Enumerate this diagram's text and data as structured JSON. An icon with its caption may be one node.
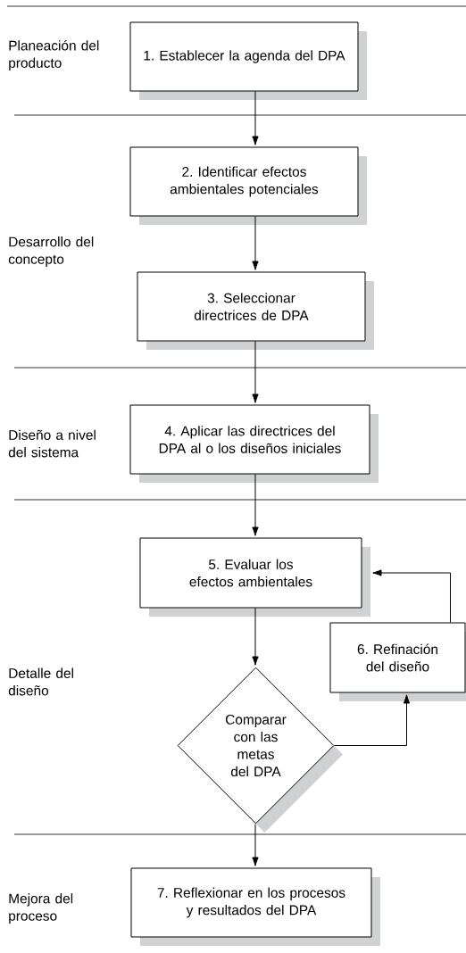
{
  "diagram": {
    "nodes": [
      {
        "text": [
          "1. Establecer la agenda del DPA"
        ]
      },
      {
        "text": [
          "2. Identificar efectos ambientales potenciales"
        ]
      },
      {
        "text": [
          "3. Seleccionar directrices de DPA"
        ]
      },
      {
        "text": [
          "4. Aplicar las directrices del DPA al o los diseños iniciales"
        ]
      },
      {
        "text": [
          "5. Evaluar los efectos ambientales"
        ]
      },
      {
        "text": [
          "6. Refinación del diseño"
        ]
      },
      {
        "text": [
          "Comparar con las metas del DPA"
        ]
      },
      {
        "text": [
          "7. Reflexionar en los procesos y resultados del DPA"
        ]
      }
    ],
    "edges": [
      {
        "from": 0,
        "to": 1,
        "arrow": "to"
      },
      {
        "from": 1,
        "to": 2,
        "arrow": "to"
      },
      {
        "from": 2,
        "to": 3,
        "arrow": "to"
      },
      {
        "from": 3,
        "to": 4,
        "arrow": "to"
      },
      {
        "from": 4,
        "to": 6,
        "arrow": "to"
      },
      {
        "from": 6,
        "to": 5,
        "arrow": "to"
      },
      {
        "from": 5,
        "to": 4,
        "arrow": "to"
      },
      {
        "from": 6,
        "to": 7,
        "arrow": "to"
      }
    ],
    "labels": [
      "Planeación del producto",
      "Desarrollo del concepto",
      "Diseño a nivel del sistema",
      "Detalle del diseño",
      "Mejora del proceso"
    ]
  }
}
